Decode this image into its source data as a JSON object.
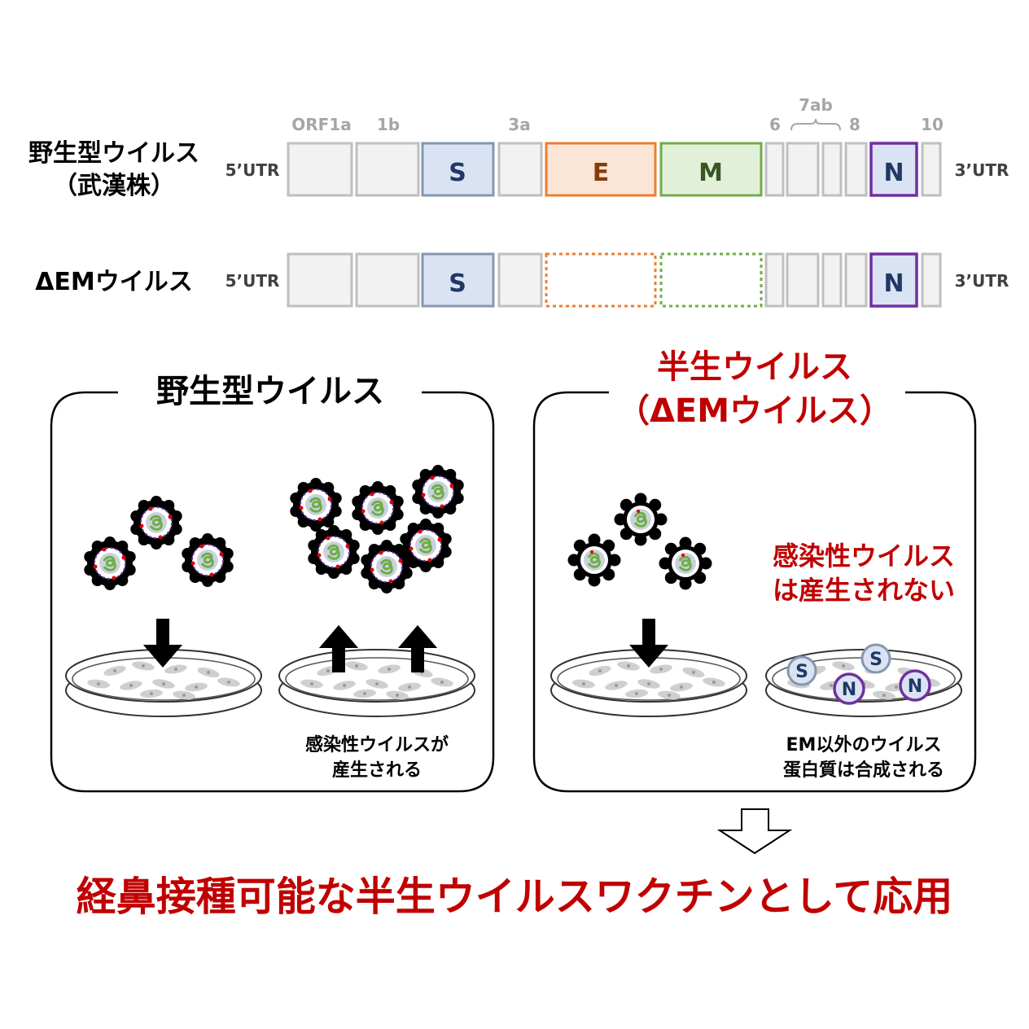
{
  "genome": {
    "wt_label_1": "野生型ウイルス",
    "wt_label_2": "（武漢株）",
    "dem_label": "ΔEMウイルス",
    "utr5": "5’UTR",
    "utr3": "3’UTR",
    "top_labels": {
      "orf1a": "ORF1a",
      "orf1b": "1b",
      "g3a": "3a",
      "g6": "6",
      "g7ab": "7ab",
      "g8": "8",
      "g10": "10"
    },
    "gene_s": "S",
    "gene_e": "E",
    "gene_m": "M",
    "gene_n": "N"
  },
  "left_panel": {
    "title": "野生型ウイルス",
    "caption_1": "感染性ウイルスが",
    "caption_2": "産生される"
  },
  "right_panel": {
    "title_1": "半生ウイルス",
    "title_2": "（ΔEMウイルス）",
    "note_1": "感染性ウイルス",
    "note_2": "は産生されない",
    "caption_1": "EM以外のウイルス",
    "caption_2": "蛋白質は合成される",
    "protein_s": "S",
    "protein_n": "N"
  },
  "conclusion": "経鼻接種可能な半生ウイルスワクチンとして応用",
  "colors": {
    "accent_red": "#c00000",
    "gene_grey_fill": "#f2f2f2",
    "gene_grey_stroke": "#bfbfbf",
    "s_fill": "#dae3f3",
    "s_stroke": "#8497b0",
    "s_text": "#1f3864",
    "e_fill": "#fbe5d6",
    "e_stroke": "#ed7d31",
    "e_text": "#843c0c",
    "m_fill": "#e2f0d9",
    "m_stroke": "#70ad47",
    "m_text": "#385723",
    "n_fill": "#dae3f3",
    "n_stroke": "#7030a0",
    "n_text": "#1f3864"
  }
}
